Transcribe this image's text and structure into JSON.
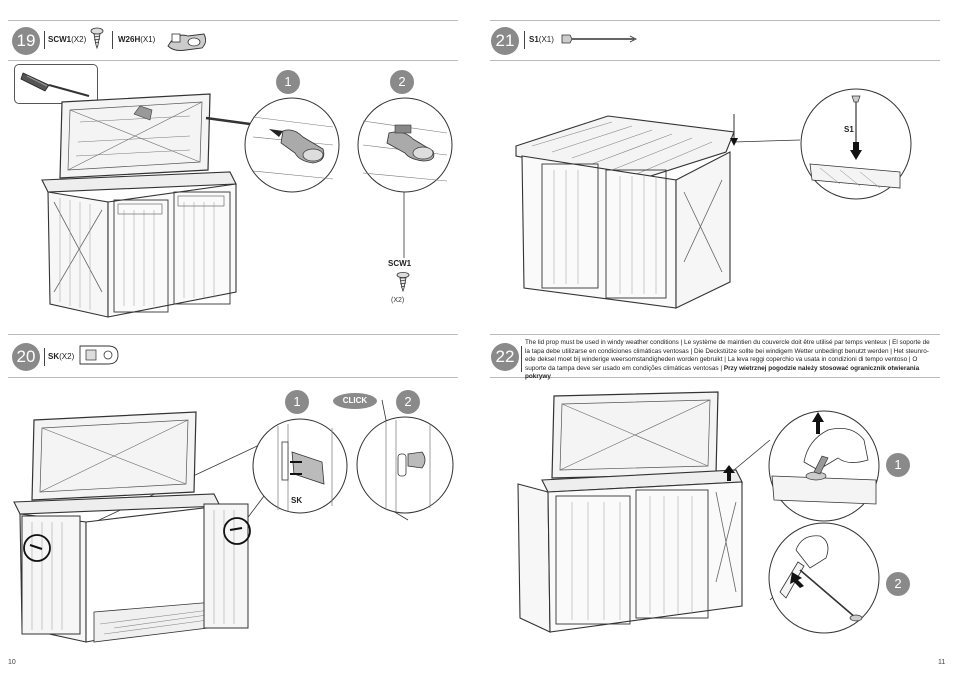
{
  "steps": {
    "s19": {
      "number": "19",
      "part1_code": "SCW1",
      "part1_qty": "(X2)",
      "part2_code": "W26H",
      "part2_qty": "(X1)",
      "sub1": "1",
      "sub2": "2",
      "callout_code": "SCW1",
      "callout_qty": "(X2)"
    },
    "s20": {
      "number": "20",
      "part_code": "SK",
      "part_qty": "(X2)",
      "sub1": "1",
      "sub2": "2",
      "click": "CLICK",
      "callout_code": "SK"
    },
    "s21": {
      "number": "21",
      "part_code": "S1",
      "part_qty": "(X1)",
      "callout_code": "S1"
    },
    "s22": {
      "number": "22",
      "sub1": "1",
      "sub2": "2",
      "note_start": "The lid prop must be used in windy weather conditions | Le système de maintien du couvercle doit être utilisé par temps venteux | El soporte de la tapa debe utilizarse en condiciones climáticas ventosas | Die Deckstütze sollte bei windigem Wetter unbedingt benutzt werden | Het steunro-ede deksel moet bij winderige weersomstandigheden worden gebruikt | La leva reggi coperchio va usata in condizioni di tempo ventoso | O suporte da tampa deve ser usado em condições climáticas ventosas | ",
      "note_bold": "Przy wietrznej pogodzie należy stosować ogranicznik otwierania pokrywy"
    }
  },
  "pages": {
    "left": "10",
    "right": "11"
  },
  "icons": {
    "screwdriver": "screwdriver-icon",
    "screw": "screw-icon",
    "hinge": "hinge-bracket-icon",
    "key": "lock-key-icon",
    "rod": "lid-prop-rod-icon",
    "arrow": "arrow-icon"
  },
  "colors": {
    "step_badge": "#8a8a8a",
    "line": "#333333",
    "fill_light": "#f4f4f4",
    "part_fill": "#a8a8a8"
  }
}
